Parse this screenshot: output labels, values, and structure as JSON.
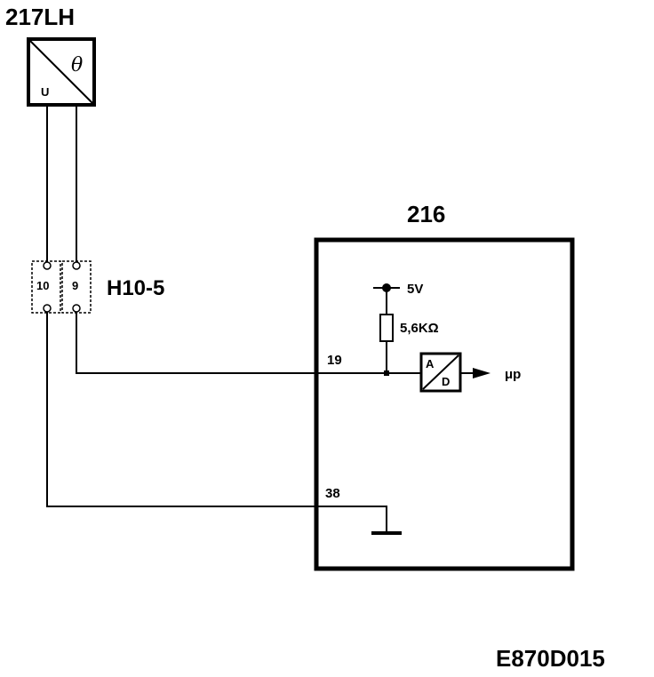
{
  "sensor": {
    "code": "217LH",
    "symbol_top": "θ",
    "symbol_bottom": "U"
  },
  "connector": {
    "code": "H10-5",
    "pins": [
      "10",
      "9"
    ]
  },
  "ecu": {
    "code": "216",
    "supply": "5V",
    "resistor": "5,6KΩ",
    "pin_signal": "19",
    "pin_ground": "38",
    "adc_top": "A",
    "adc_bottom": "D",
    "output": "μp"
  },
  "reference": "E870D015",
  "colors": {
    "line": "#000000",
    "background": "#ffffff"
  }
}
